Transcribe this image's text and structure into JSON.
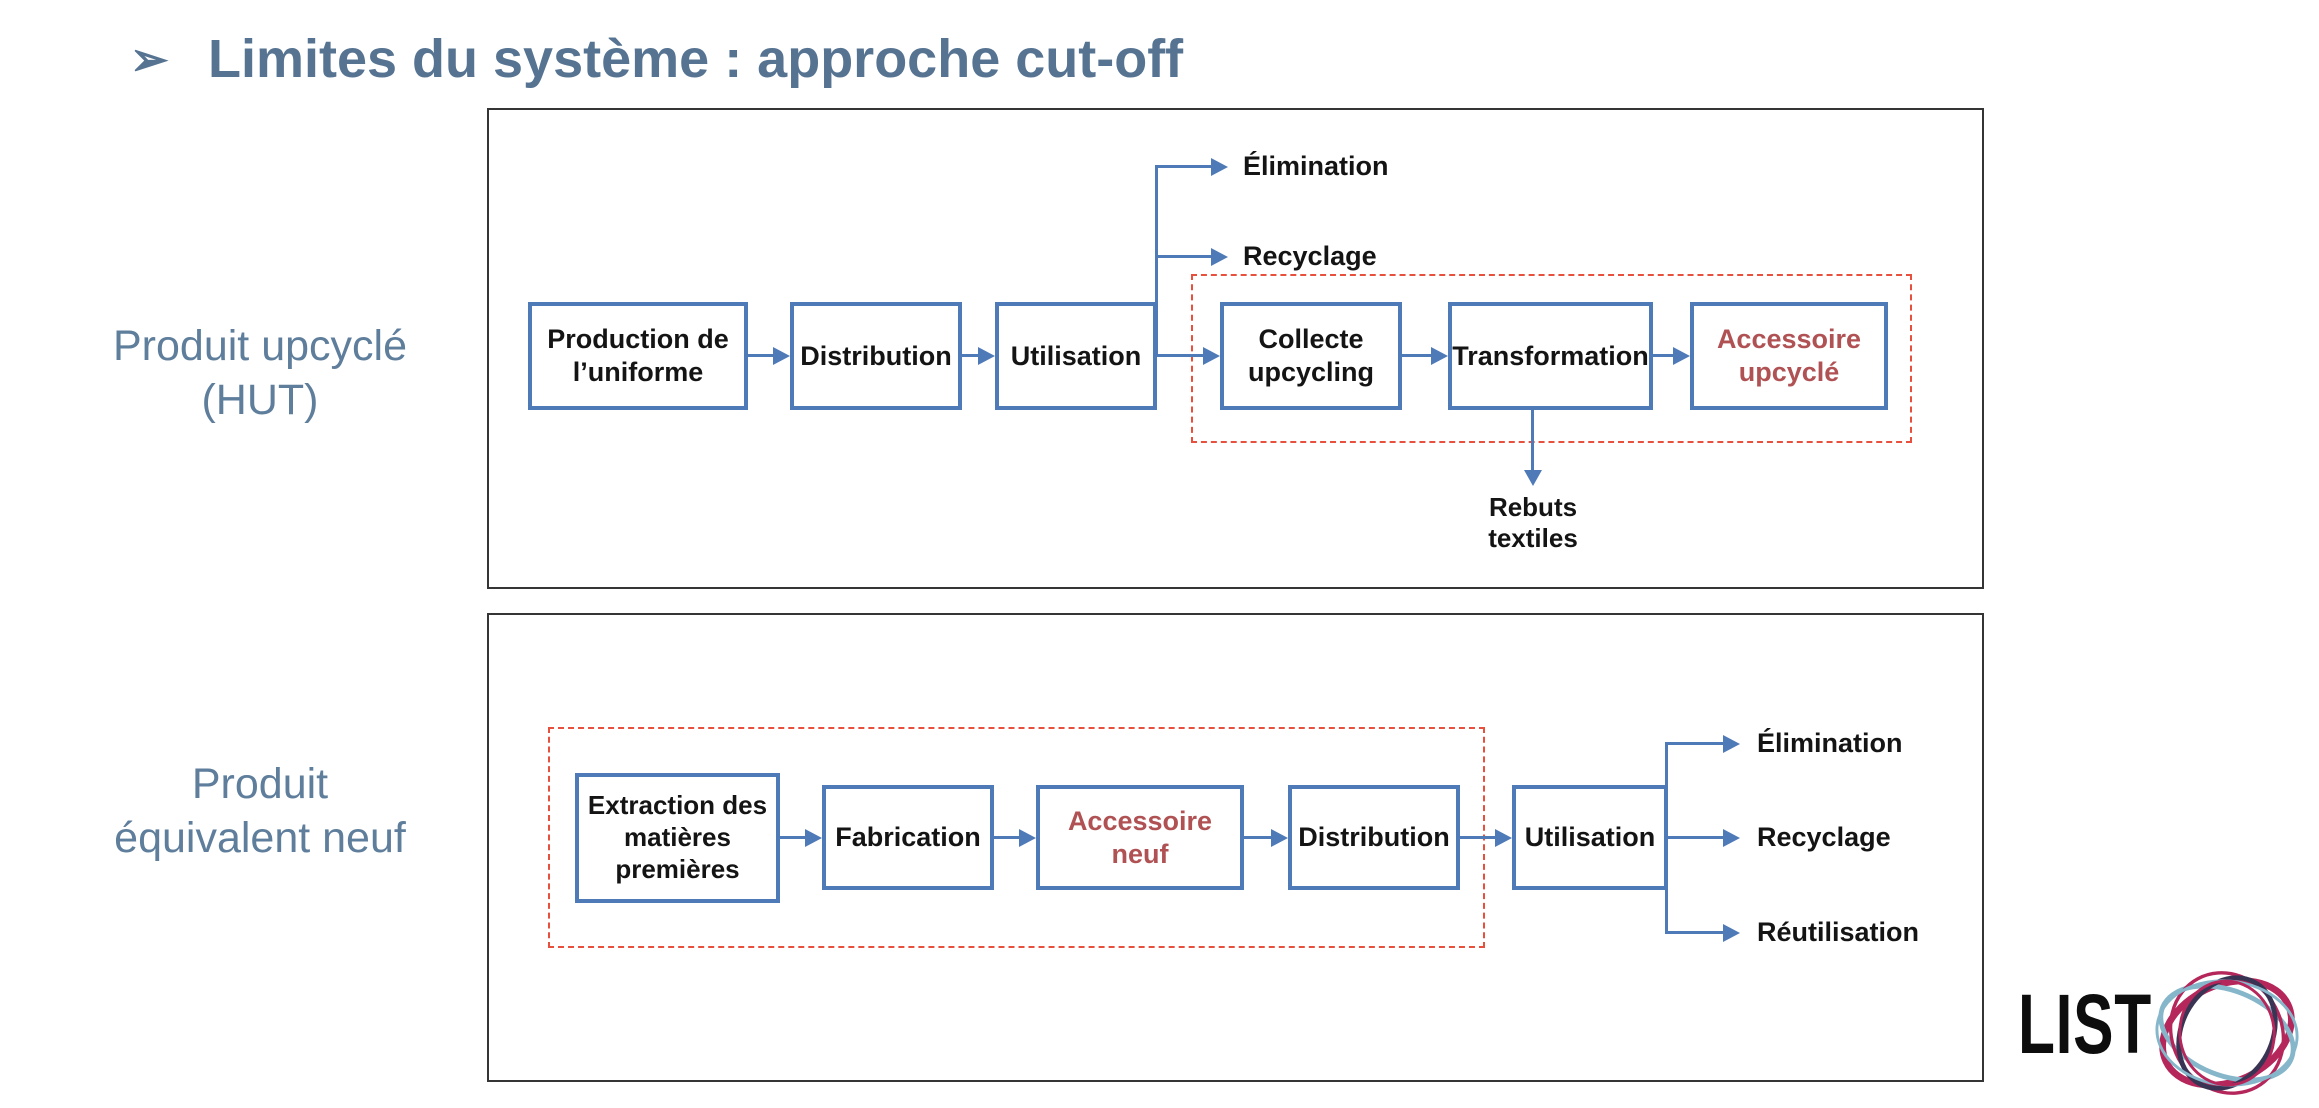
{
  "title": {
    "bullet": "➢",
    "text": "Limites du système : approche cut-off"
  },
  "colors": {
    "accent_blue": "#4f7ab8",
    "title_slate": "#567492",
    "side_label_slate": "#5e7e9c",
    "dashed_red": "#e8503e",
    "highlight_red_text": "#b05254",
    "logo_crimson": "#b5265b",
    "logo_lightblue": "#85b6ca",
    "logo_navy": "#3a3454"
  },
  "top": {
    "side_label": {
      "line1": "Produit upcyclé",
      "line2": "(HUT)"
    },
    "boxes": {
      "production": {
        "line1": "Production de",
        "line2": "l’uniforme"
      },
      "distribution": "Distribution",
      "utilisation": "Utilisation",
      "collecte": {
        "line1": "Collecte",
        "line2": "upcycling"
      },
      "transformation": "Transformation",
      "accessoire": {
        "line1": "Accessoire",
        "line2": "upcyclé"
      }
    },
    "outputs": {
      "elimination": "Élimination",
      "recyclage": "Recyclage"
    },
    "waste": {
      "line1": "Rebuts",
      "line2": "textiles"
    }
  },
  "bottom": {
    "side_label": {
      "line1": "Produit",
      "line2": "équivalent neuf"
    },
    "boxes": {
      "extraction": {
        "line1": "Extraction des",
        "line2": "matières",
        "line3": "premières"
      },
      "fabrication": "Fabrication",
      "accessoire": {
        "line1": "Accessoire",
        "line2": "neuf"
      },
      "distribution": "Distribution",
      "utilisation": "Utilisation"
    },
    "outputs": {
      "elimination": "Élimination",
      "recyclage": "Recyclage",
      "reutilisation": "Réutilisation"
    }
  },
  "logo": {
    "text": "LIST"
  }
}
